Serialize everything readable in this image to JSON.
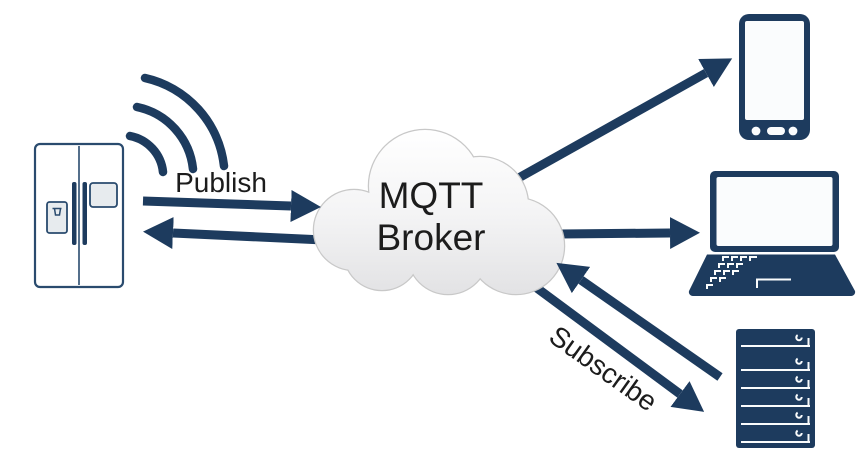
{
  "labels": {
    "publish": "Publish",
    "subscribe": "Subscribe",
    "broker_line1": "MQTT",
    "broker_line2": "Broker"
  },
  "colors": {
    "primary": "#1d3b5e",
    "text": "#1c1c1c",
    "background": "#ffffff",
    "cloud_stroke": "#c8c8c8",
    "cloud_fill_top": "#ffffff",
    "cloud_fill_mid": "#f4f4f5",
    "cloud_fill_bottom": "#e2e2e4",
    "fridge_stroke": "#2a4b6e",
    "fridge_fill_top": "#f9fafb",
    "fridge_fill_bottom": "#e9edf0",
    "panel_fill": "#e7ebee",
    "screen_fill": "#fafcfd"
  }
}
